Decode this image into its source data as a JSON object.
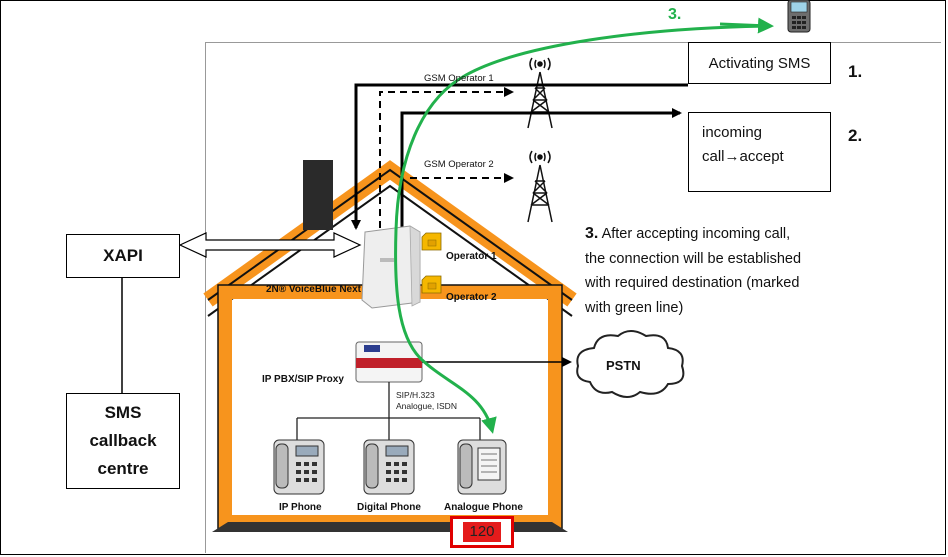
{
  "diagram": {
    "xapi_label": "XAPI",
    "sms_centre_lines": [
      "SMS",
      "callback",
      "centre"
    ],
    "activating_sms": "Activating SMS",
    "incoming_call_line1": "incoming",
    "incoming_call_line2": "call→accept",
    "step_numbers": [
      "1.",
      "2.",
      "3."
    ],
    "green_step": "3.",
    "note_lines": [
      "After accepting incoming call,",
      "the connection will be established",
      "with required destination (marked",
      "with green line)"
    ],
    "gsm_operator_1": "GSM Operator 1",
    "gsm_operator_2": "GSM Operator 2",
    "operator_1": "Operator 1",
    "operator_2": "Operator 2",
    "gateway_label": "2N® VoiceBlue Next",
    "pbx_label": "IP PBX/SIP Proxy",
    "protocols_line1": "SIP/H.323",
    "protocols_line2": "Analogue, ISDN",
    "pstn": "PSTN",
    "phones": [
      "IP Phone",
      "Digital Phone",
      "Analogue Phone"
    ],
    "room_number": "120",
    "colors": {
      "house_outline": "#f7941d",
      "green_line": "#22b14c",
      "room_number_red": "#e00000"
    }
  }
}
